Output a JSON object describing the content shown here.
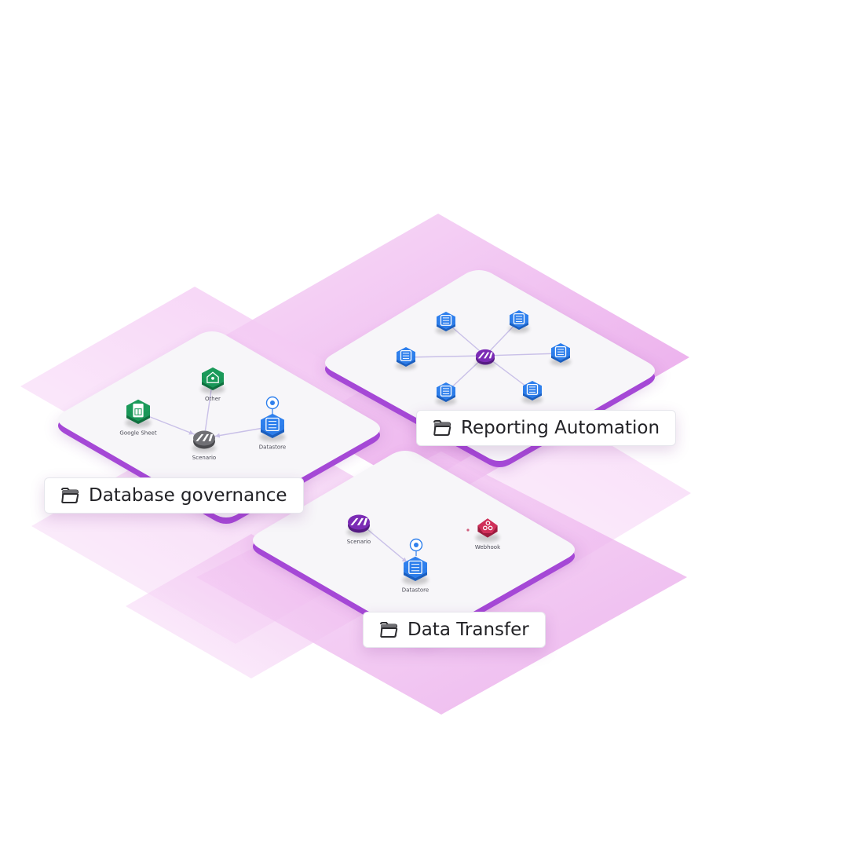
{
  "colors": {
    "tile_pink": "#e9a2e9",
    "tile_pink_light": "#f6d6f6",
    "card_face": "#f7f6f9",
    "card_edge": "#a548d6",
    "node_blue": "#2f80ed",
    "node_green": "#1b9a5a",
    "node_purple": "#7b2bb5",
    "node_gray": "#6f6f74",
    "node_red": "#d0305a",
    "link": "#c9c0e8"
  },
  "groups": {
    "reporting": {
      "title": "Reporting Automation",
      "icon": "folder-icon",
      "nodes": [
        {
          "id": "hub",
          "kind": "make-logo",
          "color": "purple",
          "label": ""
        },
        {
          "id": "r1",
          "kind": "datastore",
          "color": "blue",
          "label": ""
        },
        {
          "id": "r2",
          "kind": "datastore",
          "color": "blue",
          "label": ""
        },
        {
          "id": "r3",
          "kind": "datastore",
          "color": "blue",
          "label": ""
        },
        {
          "id": "r4",
          "kind": "datastore",
          "color": "blue",
          "label": ""
        },
        {
          "id": "r5",
          "kind": "datastore",
          "color": "blue",
          "label": ""
        },
        {
          "id": "r6",
          "kind": "datastore",
          "color": "blue",
          "label": ""
        }
      ]
    },
    "database": {
      "title": "Database governance",
      "icon": "folder-icon",
      "nodes": [
        {
          "id": "sheet",
          "kind": "google-sheet",
          "color": "green",
          "label": "Google Sheet"
        },
        {
          "id": "other",
          "kind": "other-app",
          "color": "green",
          "label": "Other"
        },
        {
          "id": "scenario",
          "kind": "make-logo",
          "color": "gray",
          "label": "Scenario"
        },
        {
          "id": "datastore",
          "kind": "datastore",
          "color": "blue",
          "label": "Datastore"
        }
      ]
    },
    "transfer": {
      "title": "Data Transfer",
      "icon": "folder-icon",
      "nodes": [
        {
          "id": "scenario",
          "kind": "make-logo",
          "color": "purple",
          "label": "Scenario"
        },
        {
          "id": "datastore",
          "kind": "datastore",
          "color": "blue",
          "label": "Datastore"
        },
        {
          "id": "webhook",
          "kind": "webhook",
          "color": "red",
          "label": "Webhook"
        }
      ]
    }
  }
}
